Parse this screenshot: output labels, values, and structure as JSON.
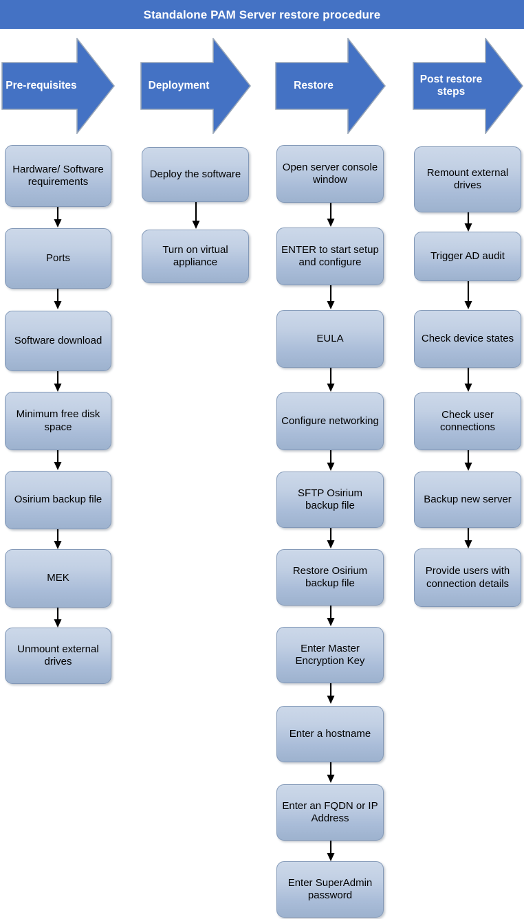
{
  "header": {
    "title": "Standalone PAM Server restore procedure",
    "background_color": "#4472C4",
    "text_color": "#FFFFFF"
  },
  "theme": {
    "arrow_fill": "#4472C4",
    "node_border": "#8298B7",
    "node_gradient_top": "#CCD8E9",
    "node_gradient_bottom": "#9DB2CE",
    "connector_color": "#000000"
  },
  "phases": [
    {
      "label": "Pre-requisites",
      "name": "phase-pre-requisites"
    },
    {
      "label": "Deployment",
      "name": "phase-deployment"
    },
    {
      "label": "Restore",
      "name": "phase-restore"
    },
    {
      "label": "Post restore\nsteps",
      "name": "phase-post-restore-steps"
    }
  ],
  "columns": [
    {
      "phase": "Pre-requisites",
      "steps": [
        "Hardware/ Software requirements",
        "Ports",
        "Software download",
        "Minimum free disk space",
        "Osirium backup file",
        "MEK",
        "Unmount external drives"
      ]
    },
    {
      "phase": "Deployment",
      "steps": [
        "Deploy the software",
        "Turn on virtual appliance"
      ]
    },
    {
      "phase": "Restore",
      "steps": [
        "Open server console window",
        "ENTER to start setup and configure",
        "EULA",
        "Configure networking",
        "SFTP Osirium backup file",
        "Restore Osirium backup file",
        "Enter Master Encryption Key",
        "Enter a hostname",
        "Enter an FQDN or IP Address",
        "Enter SuperAdmin password"
      ]
    },
    {
      "phase": "Post restore steps",
      "steps": [
        "Remount external drives",
        "Trigger AD audit",
        "Check device states",
        "Check user connections",
        "Backup new server",
        "Provide users with connection details"
      ]
    }
  ]
}
